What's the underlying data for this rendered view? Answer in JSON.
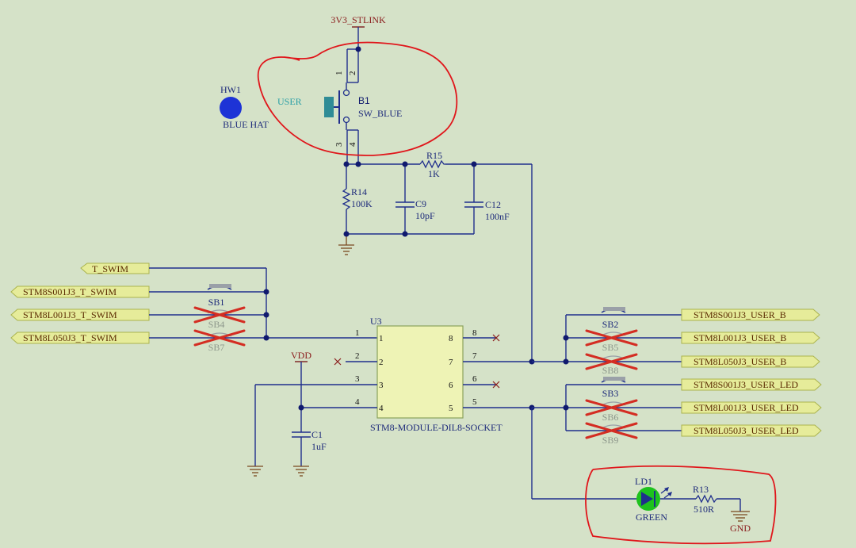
{
  "power": {
    "stlink": "3V3_STLINK",
    "vdd": "VDD",
    "gnd": "GND"
  },
  "hw1": {
    "ref": "HW1",
    "value": "BLUE HAT"
  },
  "button": {
    "label": "USER",
    "ref": "B1",
    "value": "SW_BLUE",
    "pins": [
      "1",
      "2",
      "3",
      "4"
    ]
  },
  "r15": {
    "ref": "R15",
    "value": "1K"
  },
  "r14": {
    "ref": "R14",
    "value": "100K"
  },
  "c9": {
    "ref": "C9",
    "value": "10pF"
  },
  "c12": {
    "ref": "C12",
    "value": "100nF"
  },
  "c1": {
    "ref": "C1",
    "value": "1uF"
  },
  "left_nets": [
    "T_SWIM",
    "STM8S001J3_T_SWIM",
    "STM8L001J3_T_SWIM",
    "STM8L050J3_T_SWIM"
  ],
  "left_bridges": [
    {
      "ref": "SB1",
      "removed": false
    },
    {
      "ref": "SB4",
      "removed": true
    },
    {
      "ref": "SB7",
      "removed": true
    }
  ],
  "u3": {
    "ref": "U3",
    "name": "STM8-MODULE-DIL8-SOCKET",
    "left_pins": [
      "1",
      "2",
      "3",
      "4"
    ],
    "right_pins": [
      "8",
      "7",
      "6",
      "5"
    ]
  },
  "right_nets_b": [
    "STM8S001J3_USER_B",
    "STM8L001J3_USER_B",
    "STM8L050J3_USER_B"
  ],
  "right_bridges_b": [
    {
      "ref": "SB2",
      "removed": false
    },
    {
      "ref": "SB5",
      "removed": true
    },
    {
      "ref": "SB8",
      "removed": true
    }
  ],
  "right_nets_led": [
    "STM8S001J3_USER_LED",
    "STM8L001J3_USER_LED",
    "STM8L050J3_USER_LED"
  ],
  "right_bridges_led": [
    {
      "ref": "SB3",
      "removed": false
    },
    {
      "ref": "SB6",
      "removed": true
    },
    {
      "ref": "SB9",
      "removed": true
    }
  ],
  "led": {
    "ref": "LD1",
    "value": "GREEN"
  },
  "r13": {
    "ref": "R13",
    "value": "510R"
  },
  "colors": {
    "background": "#d5e2c8",
    "wire": "#1f2e8c",
    "net_label": "#e6ec9a",
    "highlight": "#e0161b",
    "hat": "#1d33d6",
    "led": "#1ec21e"
  }
}
